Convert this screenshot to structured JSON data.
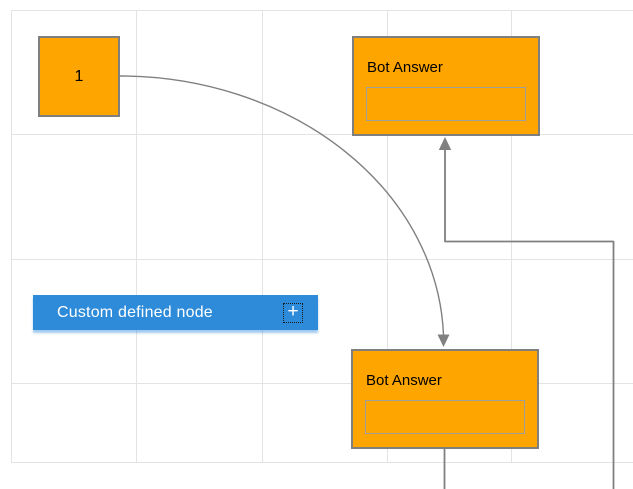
{
  "diagram": {
    "nodes": {
      "start": {
        "label": "1"
      },
      "bot_answer_top": {
        "title": "Bot Answer",
        "input_value": ""
      },
      "bot_answer_bottom": {
        "title": "Bot Answer",
        "input_value": ""
      },
      "custom": {
        "label": "Custom defined node",
        "plus_glyph": "+"
      }
    }
  },
  "colors": {
    "node_fill": "#FFA500",
    "node_border": "#7F7F7F",
    "inner_border": "#9E9E9E",
    "accent_blue": "#2E8BD9",
    "connector": "#808080",
    "grid_line": "#E3E3E3",
    "canvas_bg": "#FFFFFF",
    "text_dark": "#000000",
    "text_light": "#FFFFFF"
  }
}
